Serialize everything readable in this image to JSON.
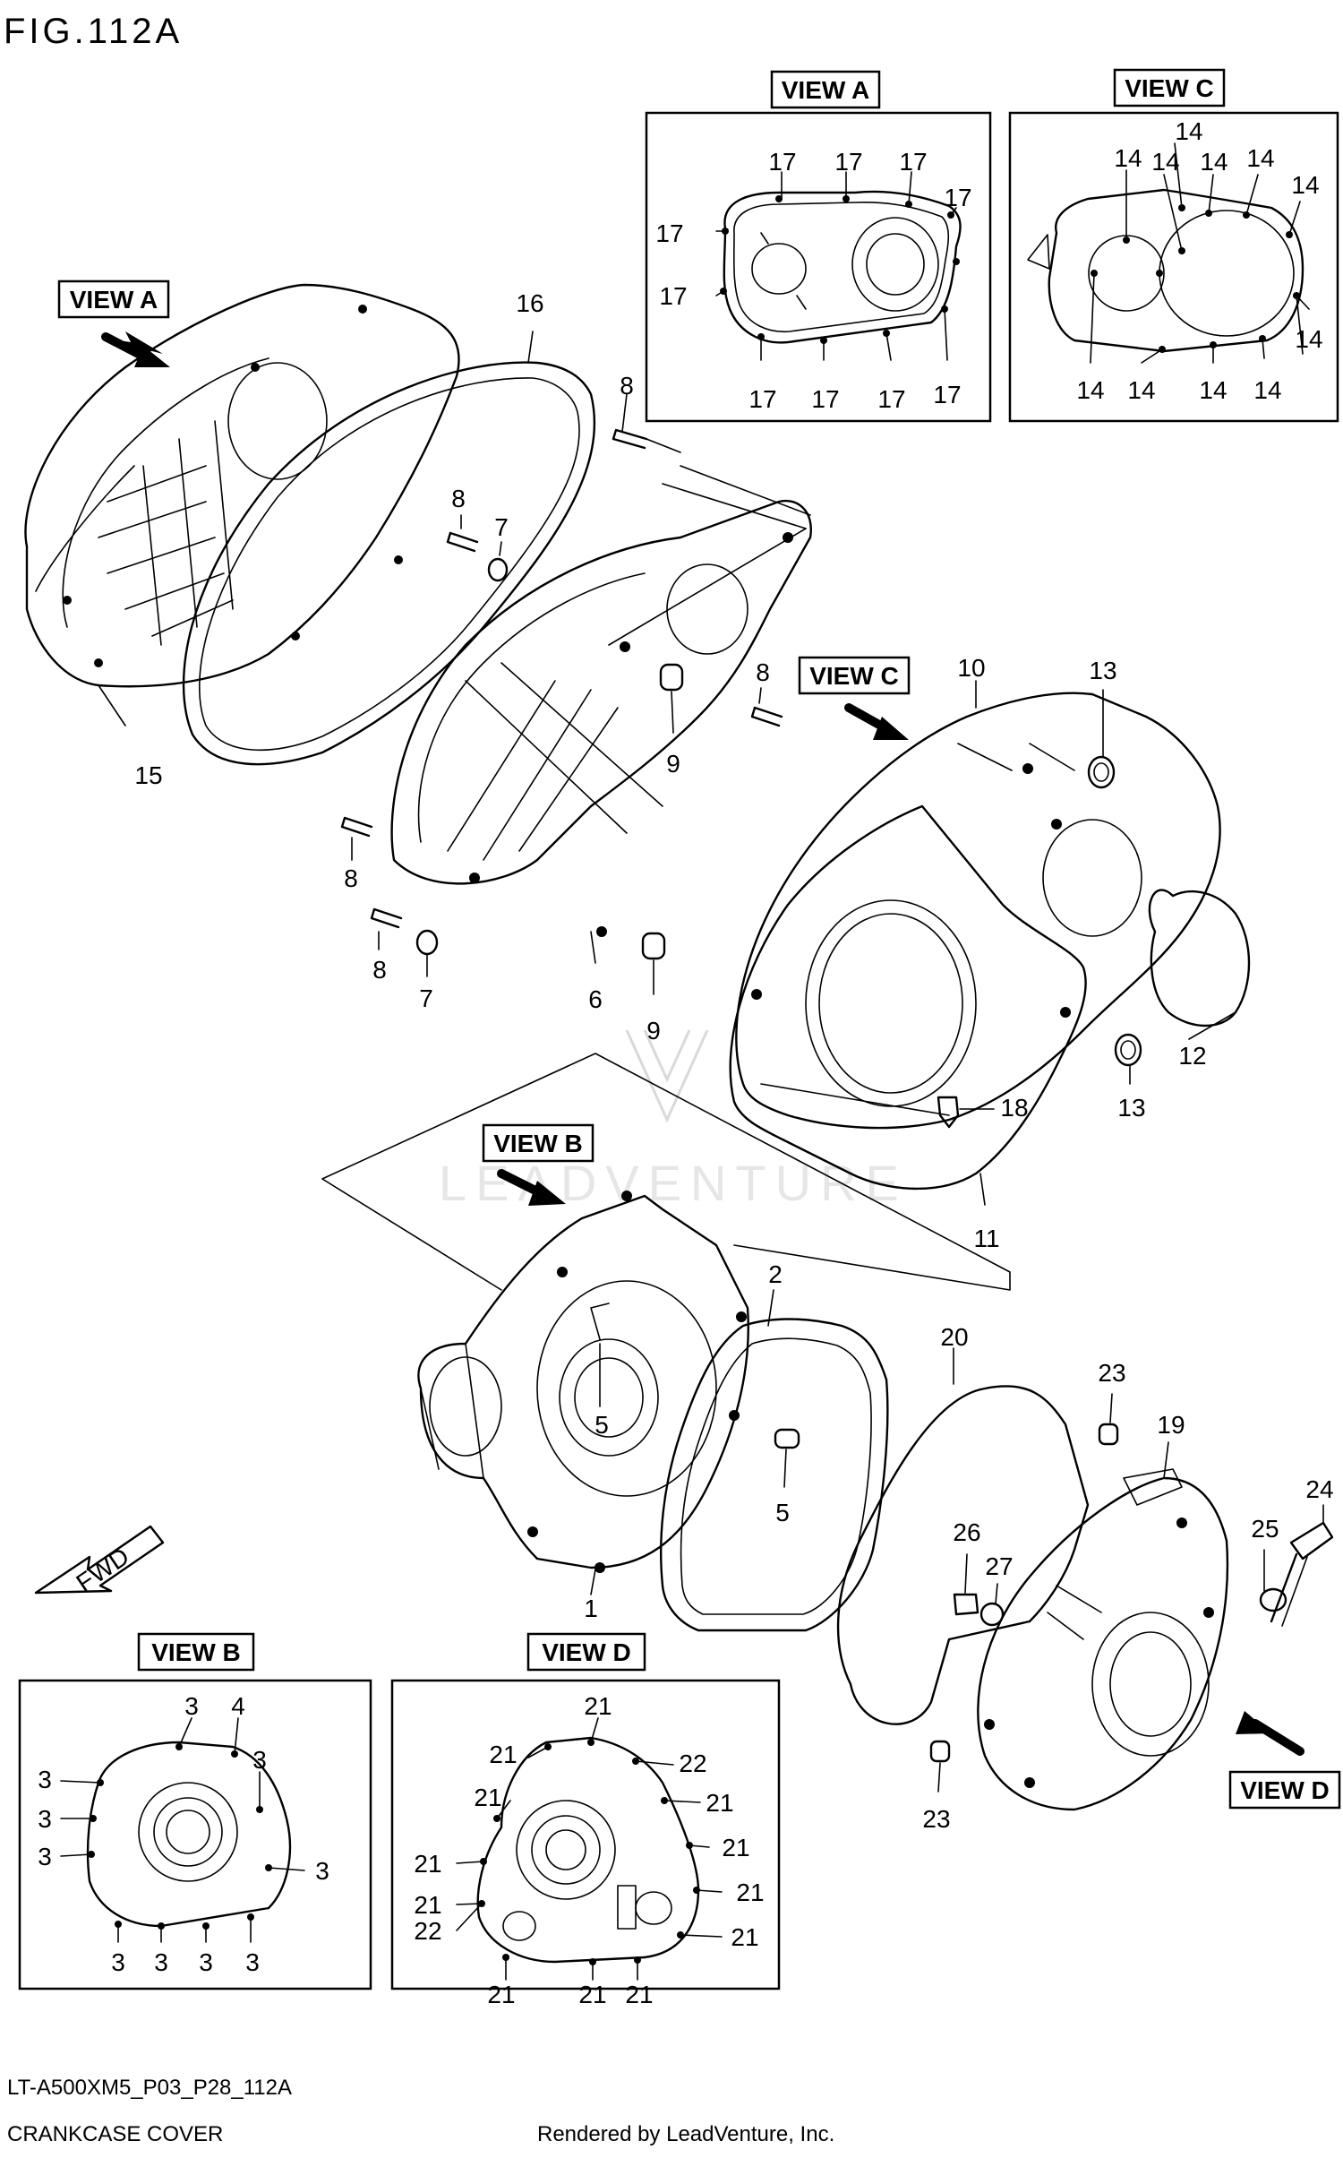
{
  "figure_title": "FIG.112A",
  "views": {
    "view_a_label": "VIEW A",
    "view_b_label": "VIEW B",
    "view_c_label": "VIEW C",
    "view_d_label": "VIEW D"
  },
  "fwd_label": "FWD",
  "watermark": "LEADVENTURE",
  "part_labels": {
    "p1": "1",
    "p2": "2",
    "p3": "3",
    "p4": "4",
    "p5": "5",
    "p6": "6",
    "p7": "7",
    "p8": "8",
    "p9": "9",
    "p10": "10",
    "p11": "11",
    "p12": "12",
    "p13": "13",
    "p14": "14",
    "p15": "15",
    "p16": "16",
    "p17": "17",
    "p18": "18",
    "p19": "19",
    "p20": "20",
    "p21": "21",
    "p22": "22",
    "p23": "23",
    "p24": "24",
    "p25": "25",
    "p26": "26",
    "p27": "27"
  },
  "footer": {
    "code": "LT-A500XM5_P03_P28_112A",
    "caption": "CRANKCASE COVER",
    "rendered_by": "Rendered by LeadVenture, Inc."
  }
}
